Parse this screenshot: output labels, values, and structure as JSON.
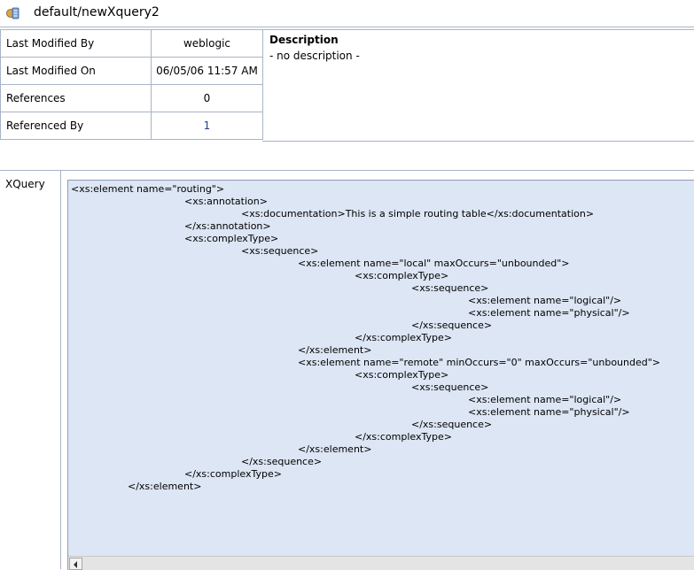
{
  "header": {
    "title": "default/newXquery2",
    "icon": "xquery-resource-icon"
  },
  "info": {
    "rows": [
      {
        "label": "Last Modified By",
        "value": "weblogic"
      },
      {
        "label": "Last Modified On",
        "value": "06/05/06 11:57 AM"
      },
      {
        "label": "References",
        "value": "0"
      },
      {
        "label": "Referenced By",
        "value": "1"
      }
    ]
  },
  "description": {
    "title": "Description",
    "text": "- no description -"
  },
  "xquery": {
    "label": "XQuery",
    "lines": [
      "<xs:element name=\"routing\">",
      "<xs:annotation>",
      "<xs:documentation>This is a simple routing table</xs:documentation>",
      "</xs:annotation>",
      "<xs:complexType>",
      "<xs:sequence>",
      "<xs:element name=\"local\" maxOccurs=\"unbounded\">",
      "<xs:complexType>",
      "<xs:sequence>",
      "<xs:element name=\"logical\"/>",
      "<xs:element name=\"physical\"/>",
      "</xs:sequence>",
      "</xs:complexType>",
      "</xs:element>",
      "<xs:element name=\"remote\" minOccurs=\"0\" maxOccurs=\"unbounded\">",
      "<xs:complexType>",
      "<xs:sequence>",
      "<xs:element name=\"logical\"/>",
      "<xs:element name=\"physical\"/>",
      "</xs:sequence>",
      "</xs:complexType>",
      "</xs:element>",
      "</xs:sequence>",
      "</xs:complexType>",
      "</xs:element>"
    ]
  },
  "colors": {
    "editor_background": "#dce6f4",
    "link": "#1f3a9a",
    "border": "#a9b4c6"
  }
}
